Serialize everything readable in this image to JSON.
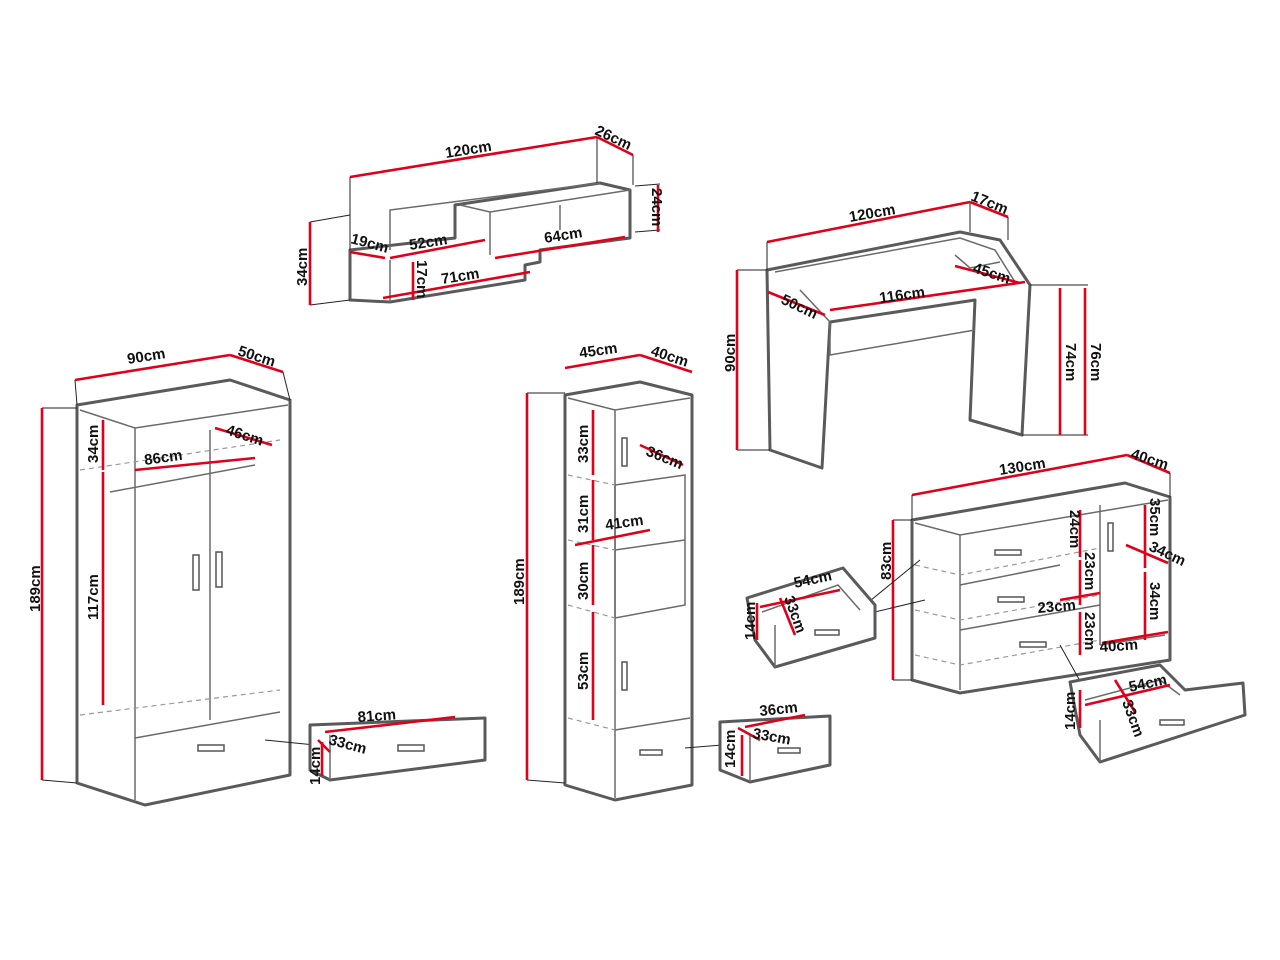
{
  "wall_shelf": {
    "width": "120cm",
    "depth": "26cm",
    "height_right": "24cm",
    "height_left": "34cm",
    "shelf_depth": "19cm",
    "shelf_top": "52cm",
    "shelf_right": "64cm",
    "inner_height": "17cm",
    "shelf_bottom": "71cm"
  },
  "desk": {
    "width": "120cm",
    "top_depth": "17cm",
    "height": "90cm",
    "inner_width": "116cm",
    "depth": "50cm",
    "top_inner": "45cm",
    "leg_height": "74cm",
    "total_height": "76cm"
  },
  "wardrobe": {
    "width": "90cm",
    "depth": "50cm",
    "height": "189cm",
    "top_compartment": "34cm",
    "inner_width": "86cm",
    "inner_depth": "46cm",
    "hanging_height": "117cm",
    "drawer_width": "81cm",
    "drawer_depth": "33cm",
    "drawer_height": "14cm"
  },
  "bookcase": {
    "width": "45cm",
    "depth": "40cm",
    "height": "189cm",
    "top_door": "33cm",
    "inner_depth": "36cm",
    "open_1": "31cm",
    "shelf_width": "41cm",
    "open_2": "30cm",
    "bottom_door": "53cm",
    "drawer_depth_a": "36cm",
    "drawer_depth_b": "33cm",
    "drawer_height": "14cm"
  },
  "dresser": {
    "width": "130cm",
    "depth": "40cm",
    "height": "83cm",
    "right_top": "35cm",
    "right_depth": "34cm",
    "right_bottom": "34cm",
    "right_width": "40cm",
    "drawer_1": "24cm",
    "drawer_2": "23cm",
    "drawer_3": "23cm",
    "drawer_inner_w": "23cm",
    "left_drawer_width": "54cm",
    "left_drawer_depth": "33cm",
    "left_drawer_height": "14cm",
    "right_drawer_width": "54cm",
    "right_drawer_depth": "33cm",
    "right_drawer_height": "14cm"
  }
}
